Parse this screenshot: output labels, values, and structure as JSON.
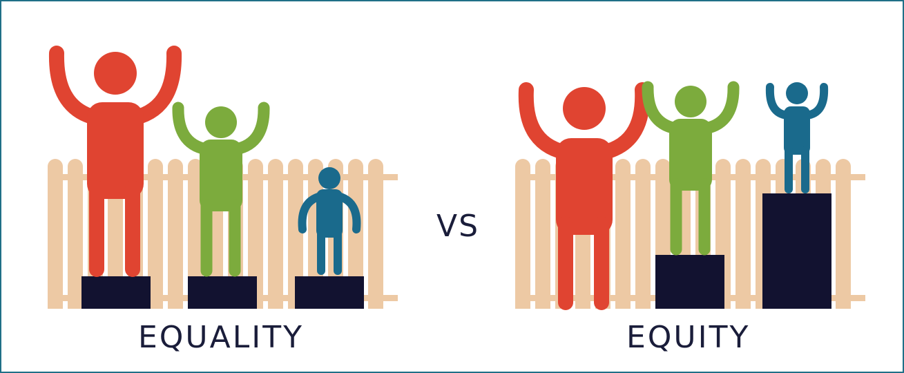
{
  "labels": {
    "left": "EQUALITY",
    "middle": "VS",
    "right": "EQUITY"
  },
  "colors": {
    "frame": "#1f6f87",
    "fence": "#edc9a4",
    "box": "#121230",
    "person_tall": "#e04431",
    "person_medium": "#7cab3d",
    "person_short": "#1a6a8c",
    "text": "#1a1d3a"
  }
}
